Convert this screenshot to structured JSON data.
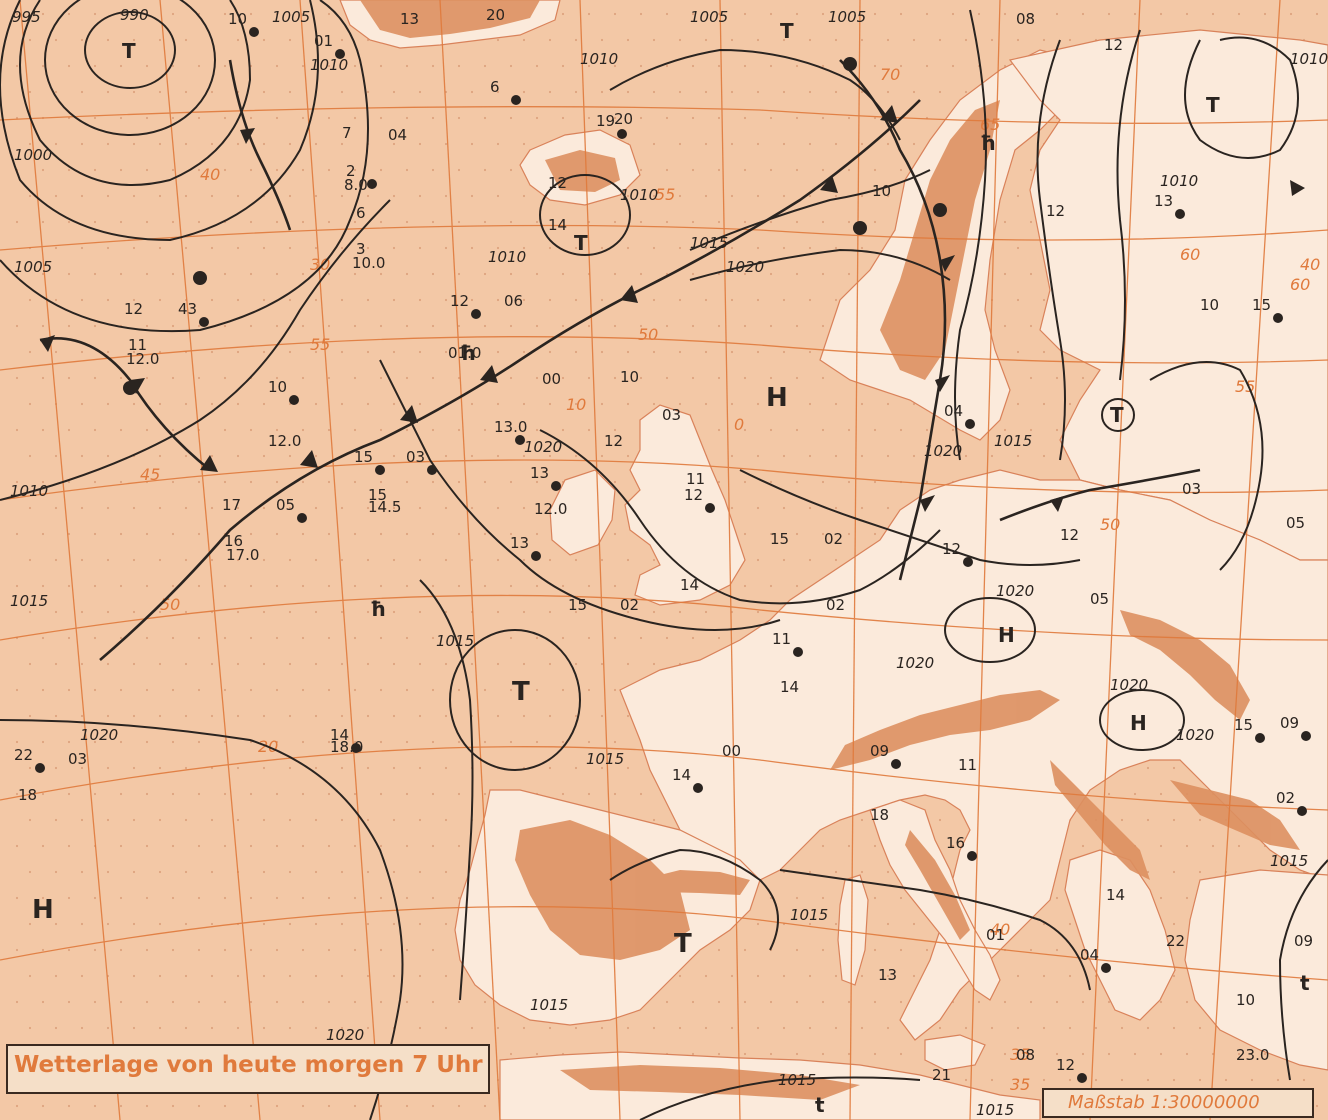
{
  "title": "Wetterlage von heute morgen 7 Uhr",
  "scale": "Maßstab 1:30000000",
  "colors": {
    "sea": "#f3c8a6",
    "land": "#fbeadb",
    "mountains": "#dd9060",
    "graticule": "#e07a3c",
    "ink": "#2a2420"
  },
  "centers": [
    {
      "id": "low-north-atlantic",
      "symbol": "T"
    },
    {
      "id": "low-iceland",
      "symbol": "T"
    },
    {
      "id": "low-biscay-west",
      "symbol": "T"
    },
    {
      "id": "low-norway-east",
      "symbol": "T"
    },
    {
      "id": "low-baltic",
      "symbol": "T"
    },
    {
      "id": "low-spain",
      "symbol": "T"
    },
    {
      "id": "low-north-top",
      "symbol": "T"
    },
    {
      "id": "high-north-sea",
      "symbol": "H"
    },
    {
      "id": "high-atlantic-south",
      "symbol": "H"
    },
    {
      "id": "high-germany",
      "symbol": "H"
    },
    {
      "id": "high-balkans",
      "symbol": "H"
    }
  ],
  "small_marks": [
    "ħ",
    "ħ",
    "ħ",
    "t",
    "t"
  ],
  "isobar_labels": [
    "995",
    "990",
    "1005",
    "1000",
    "1005",
    "1005",
    "1010",
    "1005",
    "1010",
    "1015",
    "1010",
    "1020",
    "1020",
    "1010",
    "1015",
    "1020",
    "1010",
    "1015",
    "1020",
    "1015",
    "1020",
    "1015",
    "1020",
    "1020",
    "1015",
    "1015",
    "1015",
    "1020",
    "1020",
    "1010",
    "1015",
    "1010",
    "1015"
  ],
  "graticule_labels": [
    "50",
    "45",
    "40",
    "35",
    "30",
    "20",
    "10",
    "0",
    "55",
    "60",
    "65",
    "70",
    "40",
    "50",
    "55",
    "60",
    "55",
    "50",
    "40",
    "35"
  ],
  "station_values": [
    "10",
    "13",
    "20",
    "01",
    "12",
    "08",
    "6",
    "7",
    "04",
    "2",
    "8.0",
    "12",
    "43",
    "11",
    "12.0",
    "10",
    "12.0",
    "17",
    "05",
    "16",
    "17.0",
    "22",
    "03",
    "18",
    "14",
    "18.0",
    "6",
    "19",
    "14",
    "12",
    "15",
    "14.5",
    "15",
    "03",
    "3",
    "10.0",
    "12",
    "06",
    "01.0",
    "13.0",
    "00",
    "20",
    "14",
    "10",
    "12",
    "13",
    "11",
    "12.0",
    "13",
    "15",
    "02",
    "12",
    "14",
    "02",
    "12",
    "15",
    "02",
    "11",
    "03",
    "00",
    "09",
    "11",
    "10",
    "04",
    "12",
    "10",
    "13",
    "03",
    "12",
    "15",
    "05",
    "05",
    "16",
    "18",
    "13",
    "09",
    "14",
    "01",
    "02",
    "22",
    "09",
    "15",
    "23.0",
    "08",
    "12",
    "14",
    "10",
    "04",
    "21"
  ]
}
